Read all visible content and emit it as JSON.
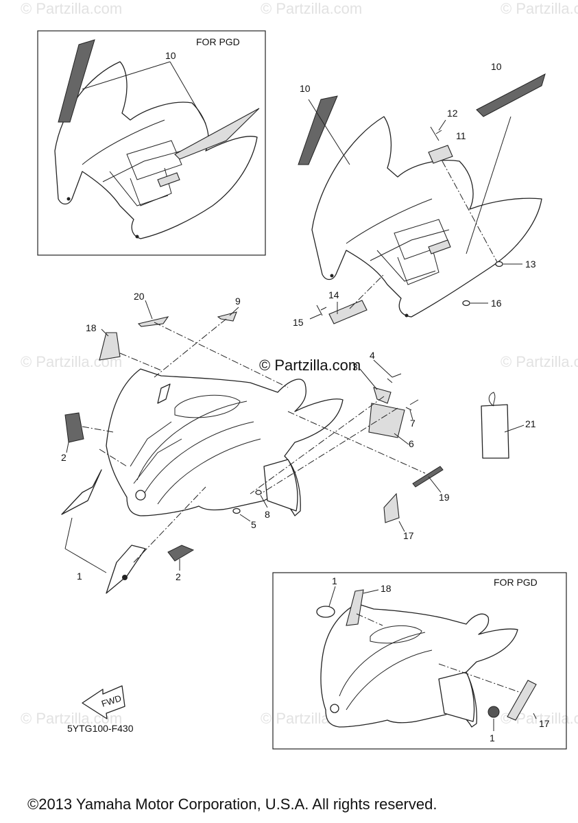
{
  "watermark": "© Partzilla.com",
  "diagram_code": "5YTG100-F430",
  "copyright": "©2013 Yamaha Motor Corporation, U.S.A. All rights reserved.",
  "insets": [
    {
      "label": "FOR PGD"
    },
    {
      "label": "FOR PGD"
    }
  ],
  "fwd_label": "FWD",
  "callouts": {
    "c1a": "1",
    "c1b": "1",
    "c1c": "1",
    "c2a": "2",
    "c2b": "2",
    "c3": "3",
    "c4": "4",
    "c5": "5",
    "c6": "6",
    "c7": "7",
    "c8": "8",
    "c9": "9",
    "c10a": "10",
    "c10b": "10",
    "c10c": "10",
    "c11": "11",
    "c12": "12",
    "c13": "13",
    "c14": "14",
    "c15": "15",
    "c16": "16",
    "c17a": "17",
    "c17b": "17",
    "c18a": "18",
    "c18b": "18",
    "c19": "19",
    "c20": "20",
    "c21": "21"
  }
}
